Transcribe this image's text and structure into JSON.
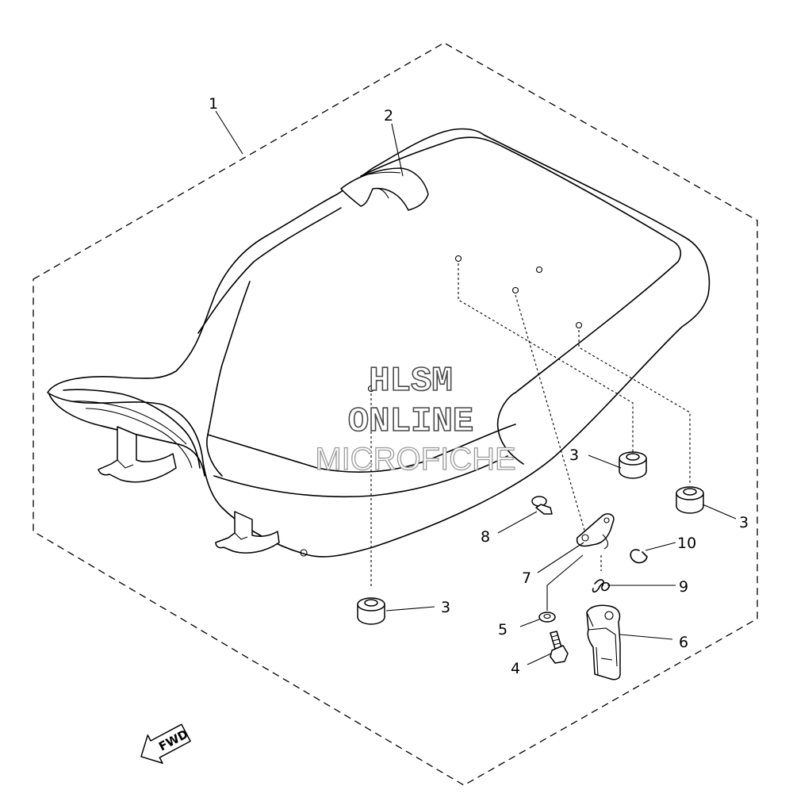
{
  "watermark": {
    "line1": "HLSM",
    "line2": "ONLINE",
    "line3": "MICROFICHE"
  },
  "direction_label": "FWD",
  "callouts": [
    {
      "id": "c1",
      "text": "1"
    },
    {
      "id": "c2",
      "text": "2"
    },
    {
      "id": "c3a",
      "text": "3"
    },
    {
      "id": "c3b",
      "text": "3"
    },
    {
      "id": "c3c",
      "text": "3"
    },
    {
      "id": "c4",
      "text": "4"
    },
    {
      "id": "c5",
      "text": "5"
    },
    {
      "id": "c6",
      "text": "6"
    },
    {
      "id": "c7",
      "text": "7"
    },
    {
      "id": "c8",
      "text": "8"
    },
    {
      "id": "c9",
      "text": "9"
    },
    {
      "id": "c10",
      "text": "10"
    }
  ]
}
